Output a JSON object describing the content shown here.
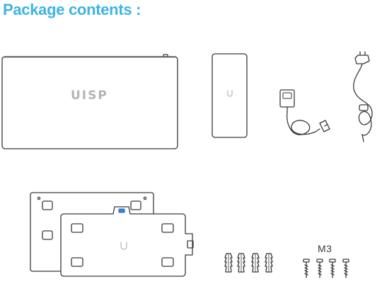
{
  "heading": {
    "text": "Package contents :",
    "color": "#3cb4e6"
  },
  "items": {
    "router": {
      "brand_label": "UISP",
      "icon": "ubiquiti-u-logo"
    },
    "power_adapter": {
      "icon": "ubiquiti-u-logo"
    },
    "dc_cable": {
      "icon": "dc-barrel-cable"
    },
    "ac_power_cord": {
      "icon": "ac-power-cord"
    },
    "mounting_brackets": {
      "icon": "ubiquiti-u-logo",
      "accent": "#3a7bd5"
    },
    "wall_anchors": {
      "count": 4
    },
    "screws": {
      "count": 4,
      "label": "M3"
    }
  },
  "colors": {
    "stroke": "#3a3a3a",
    "fill": "#ffffff",
    "logo": "#b4b4b4"
  }
}
